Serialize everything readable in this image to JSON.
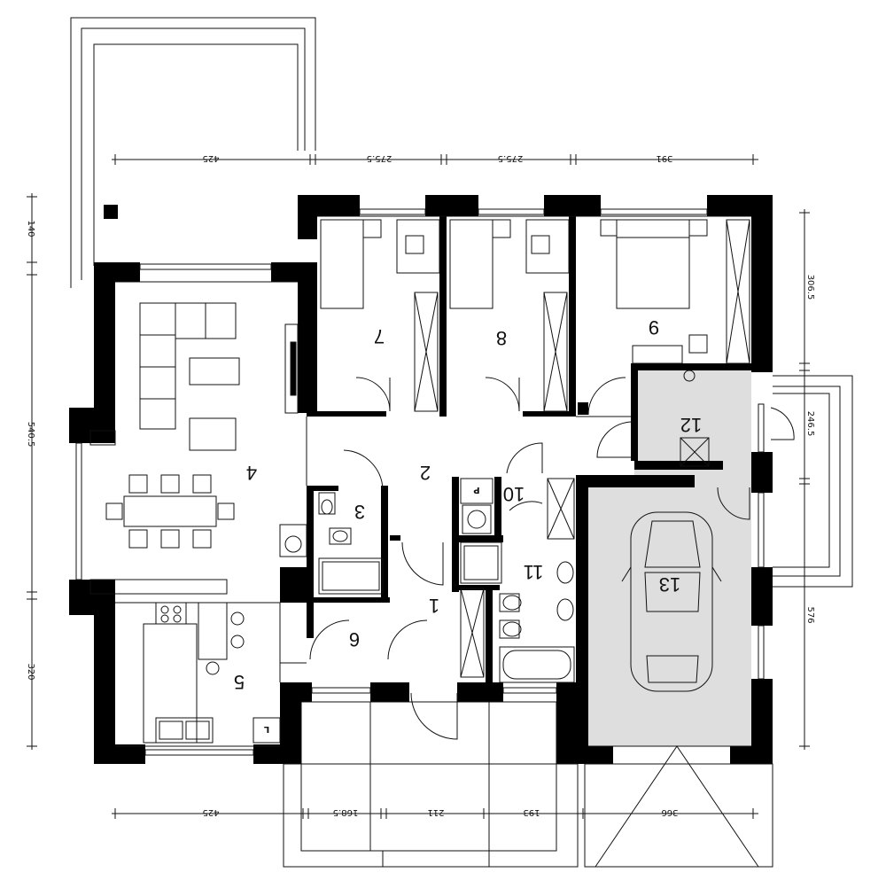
{
  "rooms": [
    {
      "id": "r1",
      "label": "1"
    },
    {
      "id": "r2",
      "label": "2"
    },
    {
      "id": "r3",
      "label": "3"
    },
    {
      "id": "r4",
      "label": "4"
    },
    {
      "id": "r5",
      "label": "5"
    },
    {
      "id": "r6",
      "label": "6"
    },
    {
      "id": "r7",
      "label": "7"
    },
    {
      "id": "r8",
      "label": "8"
    },
    {
      "id": "r9",
      "label": "9"
    },
    {
      "id": "r10",
      "label": "10"
    },
    {
      "id": "r11",
      "label": "11"
    },
    {
      "id": "r12",
      "label": "12"
    },
    {
      "id": "r13",
      "label": "13"
    }
  ],
  "dimensions": {
    "top": [
      "425",
      "275.5",
      "275.5",
      "391"
    ],
    "bottom": [
      "425",
      "168.5",
      "211",
      "193",
      "366"
    ],
    "left": [
      "140",
      "540.5",
      "320"
    ],
    "right": [
      "306.5",
      "246.5",
      "576"
    ]
  },
  "fixture_labels": {
    "pantry_letter": "P",
    "kitchen_corner_letter": "L"
  },
  "colors": {
    "wall": "#000000",
    "garage_fill": "#dedede",
    "line": "#111111"
  }
}
